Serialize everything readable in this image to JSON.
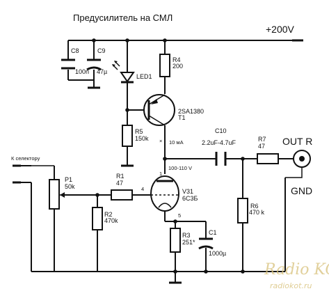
{
  "title": "Предусилитель на СМЛ",
  "supply_label": "+200V",
  "input_label": "К селектору",
  "output_label": "OUT R",
  "ground_label": "GND",
  "annotations": {
    "current": "10 мА",
    "plate_voltage": "100-110 V",
    "pin_1": "1",
    "pin_4": "4",
    "pin_5": "5"
  },
  "components": {
    "C8": {
      "ref": "C8",
      "value": "100n"
    },
    "C9": {
      "ref": "C9",
      "value": "47µ"
    },
    "LED1": {
      "ref": "LED1"
    },
    "R4": {
      "ref": "R4",
      "value": "200"
    },
    "T1": {
      "ref": "2SA1380",
      "value": "T1"
    },
    "R5": {
      "ref": "R5",
      "value": "150k"
    },
    "C10": {
      "ref": "C10",
      "value": "2.2uF-4.7uF"
    },
    "R7": {
      "ref": "R7",
      "value": "47"
    },
    "P1": {
      "ref": "P1",
      "value": "50k"
    },
    "R1": {
      "ref": "R1",
      "value": "47"
    },
    "R2": {
      "ref": "R2",
      "value": "470k"
    },
    "V31": {
      "ref": "V31",
      "value": "6С3Б"
    },
    "R3": {
      "ref": "R3",
      "value": "251*"
    },
    "C1": {
      "ref": "C1",
      "value": "1000µ"
    },
    "R6": {
      "ref": "R6",
      "value": "470 k"
    }
  },
  "watermark": {
    "main": "Radio KOT",
    "sub": "radiokot.ru"
  },
  "colors": {
    "ink": "#111111",
    "background": "#ffffff",
    "watermark": "#d8c17a"
  }
}
